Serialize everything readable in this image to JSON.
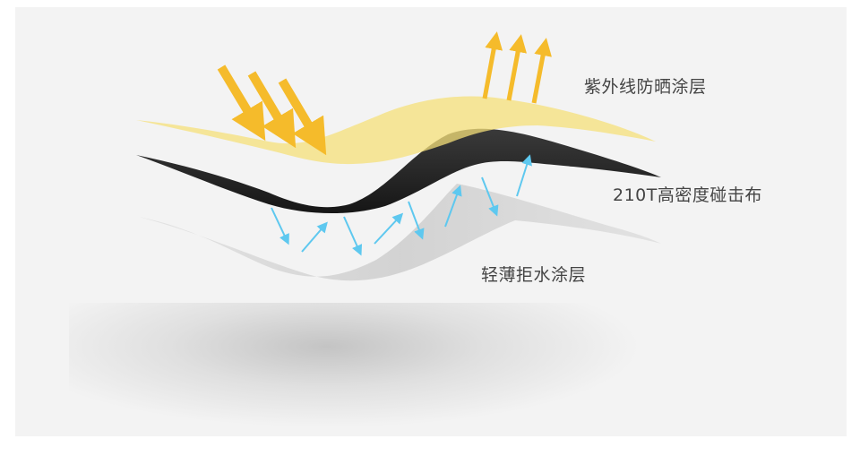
{
  "labels": {
    "uv_layer": "紫外线防晒涂层",
    "fabric_layer": "210T高密度碰击布",
    "water_layer": "轻薄拒水涂层"
  },
  "colors": {
    "panel_bg": "#f3f3f3",
    "uv_layer": "#f5e07a",
    "uv_arrows": "#f5bb2b",
    "fabric_layer": "#1f1f1f",
    "water_layer": "#d4d4d4",
    "water_arrows": "#5ec8ef",
    "label_text": "#444444"
  }
}
